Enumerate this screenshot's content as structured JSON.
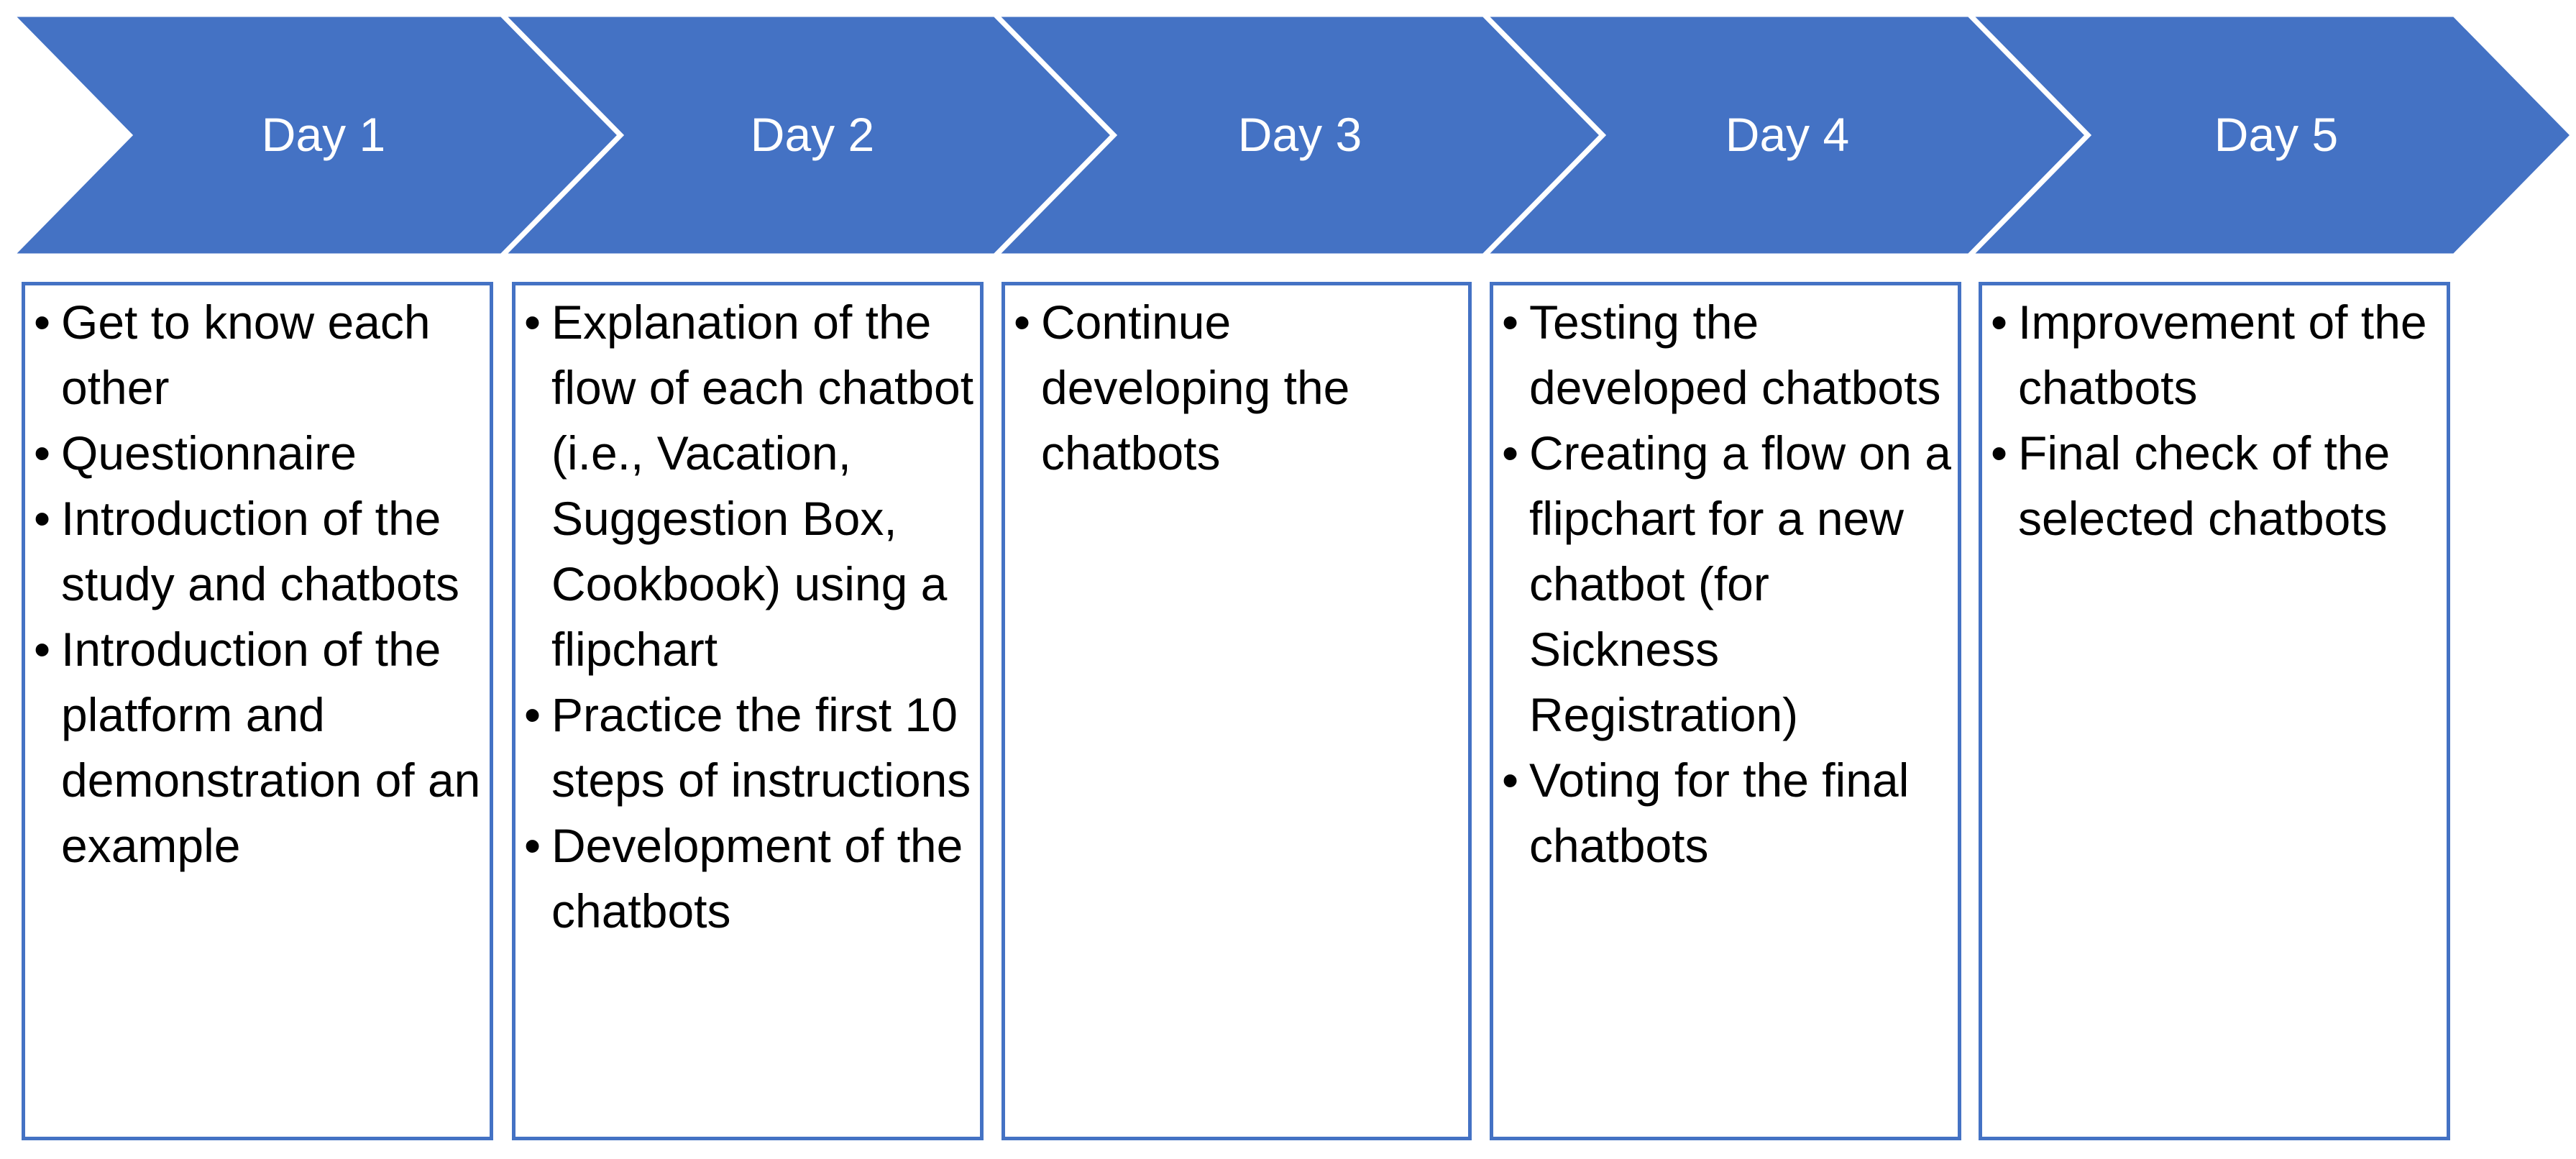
{
  "colors": {
    "chevron_fill": "#4472C4",
    "box_border": "#4472C4",
    "label_text": "#FFFFFF",
    "body_text": "#000000"
  },
  "days": [
    {
      "label": "Day 1",
      "items": [
        "Get to know each other",
        "Questionnaire",
        "Introduction of the study and chatbots",
        "Introduction of the platform and demonstration of an example"
      ]
    },
    {
      "label": "Day 2",
      "items": [
        "Explanation of the flow of each chatbot (i.e., Vacation, Suggestion Box, Cookbook) using a flipchart",
        "Practice the first 10 steps of instructions",
        "Development of the chatbots"
      ]
    },
    {
      "label": "Day 3",
      "items": [
        "Continue developing the chatbots"
      ]
    },
    {
      "label": "Day 4",
      "items": [
        "Testing the developed chatbots",
        "Creating a flow on a flipchart for a new chatbot (for Sickness Registration)",
        "Voting for the final chatbots"
      ]
    },
    {
      "label": "Day 5",
      "items": [
        "Improvement of the chatbots",
        "Final check of the selected chatbots"
      ]
    }
  ]
}
